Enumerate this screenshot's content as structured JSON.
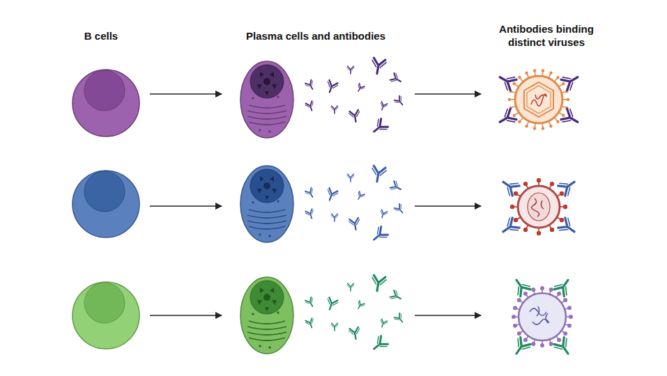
{
  "diagram": {
    "labels": [
      "B cells",
      "Plasma cells and antibodies",
      "Antibodies binding distinct viruses"
    ]
  }
}
